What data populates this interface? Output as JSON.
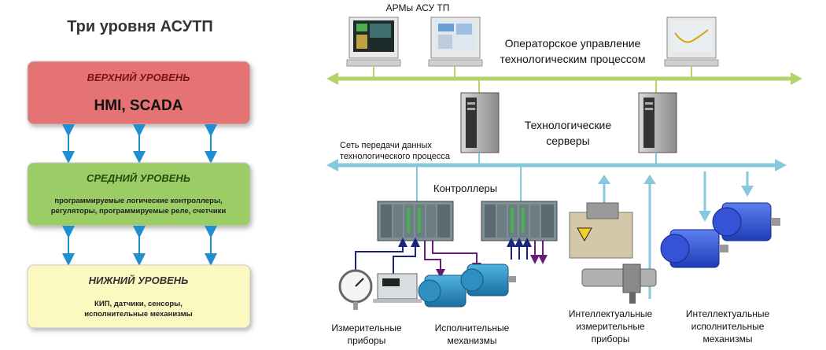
{
  "left_panel": {
    "title": "Три уровня АСУТП",
    "top_level": {
      "name": "ВЕРХНИЙ УРОВЕНЬ",
      "content": "HMI, SCADA",
      "fill": "#e57373"
    },
    "middle_level": {
      "name": "СРЕДНИЙ УРОВЕНЬ",
      "content_line1": "программируемые логические контроллеры,",
      "content_line2": "регуляторы, программируемые реле, счетчики",
      "fill": "#9ccc65"
    },
    "bottom_level": {
      "name": "НИЖНИЙ УРОВЕНЬ",
      "content_line1": "КИП, датчики, сенсоры,",
      "content_line2": "исполнительные механизмы",
      "fill": "#fbf8c0"
    },
    "arrow_color": "#1f8fcf"
  },
  "right_panel": {
    "workstations_label": "АРМы АСУ ТП",
    "operator_label_line1": "Операторское управление",
    "operator_label_line2": "технологическим процессом",
    "servers_label_line1": "Технологические",
    "servers_label_line2": "серверы",
    "network_label_line1": "Сеть передачи данных",
    "network_label_line2": "технологического процесса",
    "controllers_label": "Контроллеры",
    "measuring_label_line1": "Измерительные",
    "measuring_label_line2": "приборы",
    "actuators_label_line1": "Исполнительные",
    "actuators_label_line2": "механизмы",
    "smart_measuring_line1": "Интеллектуальные",
    "smart_measuring_line2": "измерительные",
    "smart_measuring_line3": "приборы",
    "smart_actuators_line1": "Интеллектуальные",
    "smart_actuators_line2": "исполнительные",
    "smart_actuators_line3": "механизмы",
    "top_bus_color": "#b5d36b",
    "field_bus_color": "#87c8dc",
    "signal_blue": "#1a237e",
    "signal_purple": "#6a1b7a"
  }
}
